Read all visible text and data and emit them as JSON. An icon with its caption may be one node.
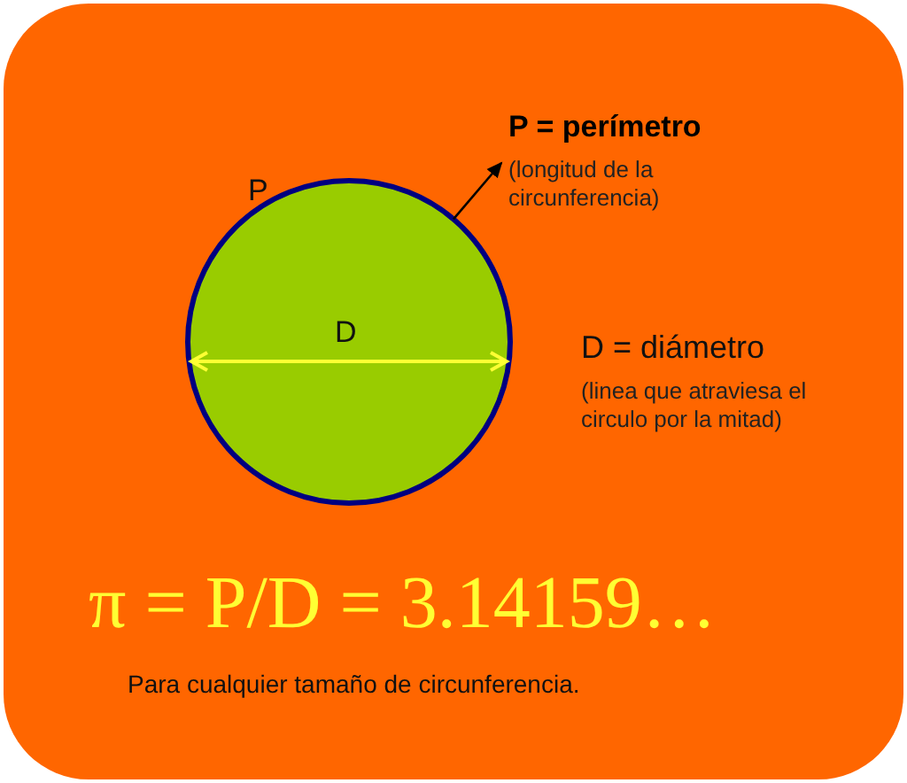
{
  "diagram": {
    "nodes": [
      {
        "text": [],
        "shape": "circle"
      },
      {
        "text": [
          "P = perímetro",
          "(longitud de la circunferencia)"
        ]
      }
    ],
    "edges": [
      {
        "from": 0,
        "to": 1,
        "arrow": "to"
      }
    ],
    "labels": [
      "P",
      "D",
      "D = diámetro",
      "(linea que atraviesa el circulo por la mitad)",
      "π = P/D = 3.14159…",
      "Para cualquier tamaño de circunferencia."
    ]
  }
}
